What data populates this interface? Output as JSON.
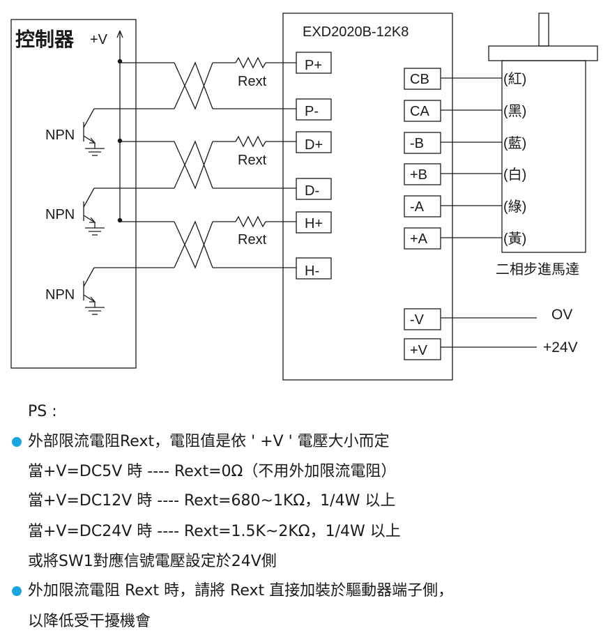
{
  "controller": {
    "title": "控制器",
    "supply_label": "+V",
    "transistor_label": "NPN"
  },
  "driver": {
    "model": "EXD2020B-12K8",
    "input_terminals": [
      "P+",
      "P-",
      "D+",
      "D-",
      "H+",
      "H-"
    ],
    "motor_terminals": [
      "CB",
      "CA",
      "-B",
      "+B",
      "-A",
      "+A"
    ],
    "power_terminals": [
      "-V",
      "+V"
    ]
  },
  "resistor_label": "Rext",
  "motor": {
    "label": "二相步進馬達",
    "wire_colors": [
      "(紅)",
      "(黑)",
      "(藍)",
      "(白)",
      "(綠)",
      "(黃)"
    ]
  },
  "power": {
    "zero": "OV",
    "positive": "+24V"
  },
  "notes": {
    "ps": "PS :",
    "lines": [
      "外部限流電阻Rext，電阻值是依 ' +V ' 電壓大小而定",
      "當+V=DC5V 時 ---- Rext=0Ω（不用外加限流電阻）",
      "當+V=DC12V 時 ---- Rext=680~1KΩ，1/4W 以上",
      "當+V=DC24V 時 ---- Rext=1.5K~2KΩ，1/4W 以上",
      "或將SW1對應信號電壓設定於24V側",
      "外加限流電阻 Rext 時，請將 Rext 直接加裝於驅動器端子側，",
      "以降低受干擾機會"
    ]
  }
}
